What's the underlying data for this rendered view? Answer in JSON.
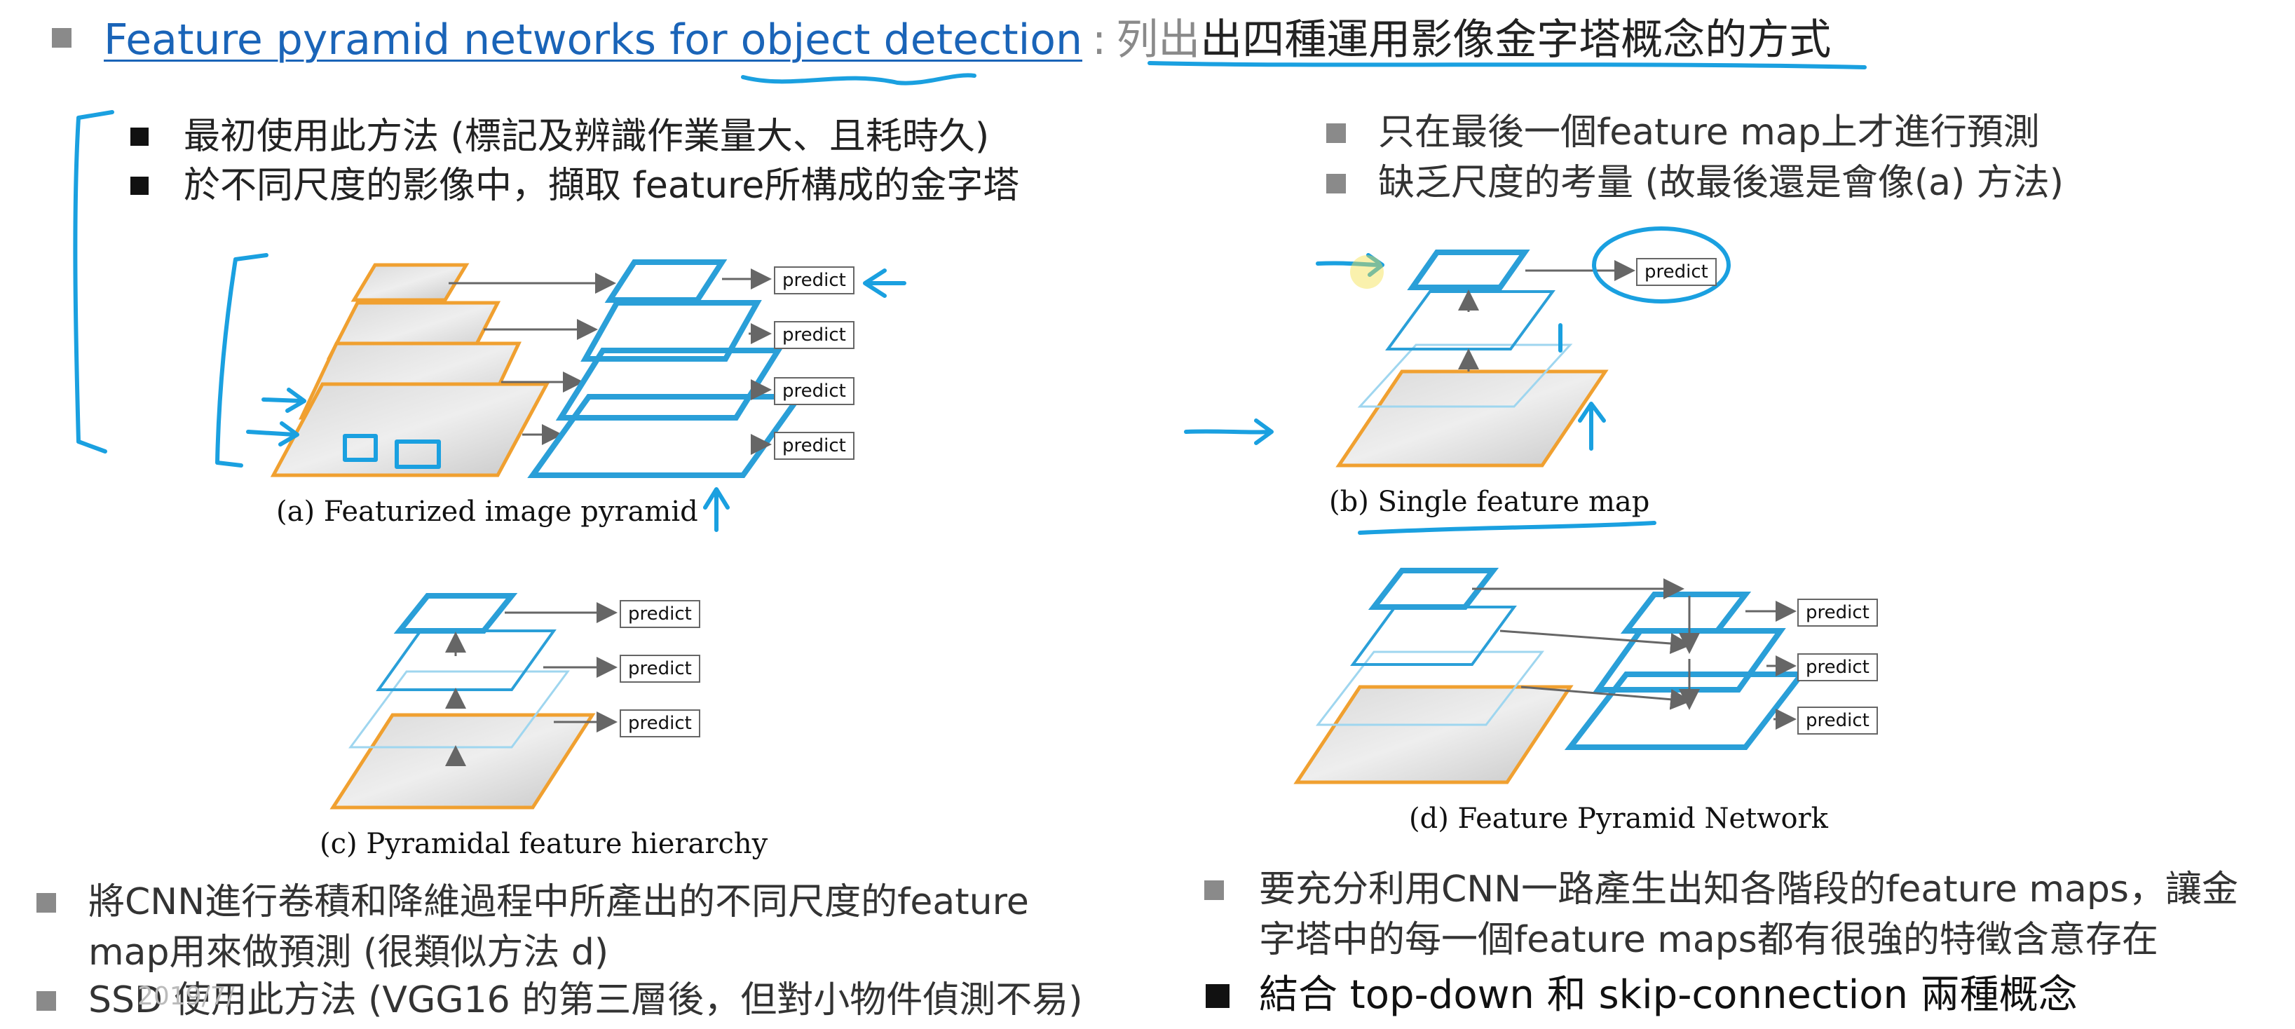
{
  "header": {
    "link_text": "Feature pyramid networks for object detection",
    "separator": ":",
    "grey_text": "列出",
    "rest_text": "出四種運用影像金字塔概念的方式"
  },
  "left_top": {
    "bullet1": "最初使用此方法 (標記及辨識作業量大、且耗時久)",
    "bullet2": "於不同尺度的影像中，擷取 feature所構成的金字塔"
  },
  "right_top": {
    "bullet1": "只在最後一個feature map上才進行預測",
    "bullet2": "缺乏尺度的考量 (故最後還是會像(a) 方法)"
  },
  "figures": {
    "a_caption": "(a) Featurized image pyramid",
    "b_caption": "(b) Single feature map",
    "c_caption": "(c) Pyramidal feature hierarchy",
    "d_caption": "(d) Feature Pyramid Network",
    "predict_label": "predict"
  },
  "left_bottom": {
    "bullet1_line1": "將CNN進行卷積和降維過程中所產出的不同尺度的feature",
    "bullet1_line2": "map用來做預測 (很類似方法 d)",
    "bullet2": "SSD 使用此方法 (VGG16 的第三層後，但對小物件偵測不易)",
    "overlap_text": "2019/7/"
  },
  "right_bottom": {
    "bullet1_line1": "要充分利用CNN一路產生出知各階段的feature maps，讓金",
    "bullet1_line2": "字塔中的每一個feature maps都有很強的特徵含意存在",
    "bullet2": "結合 top-down 和 skip-connection 兩種概念"
  },
  "colors": {
    "link": "#1a64b8",
    "feature_blue": "#2a9fd8",
    "image_orange": "#f0a030",
    "annotation_blue": "#1aa0e0"
  }
}
